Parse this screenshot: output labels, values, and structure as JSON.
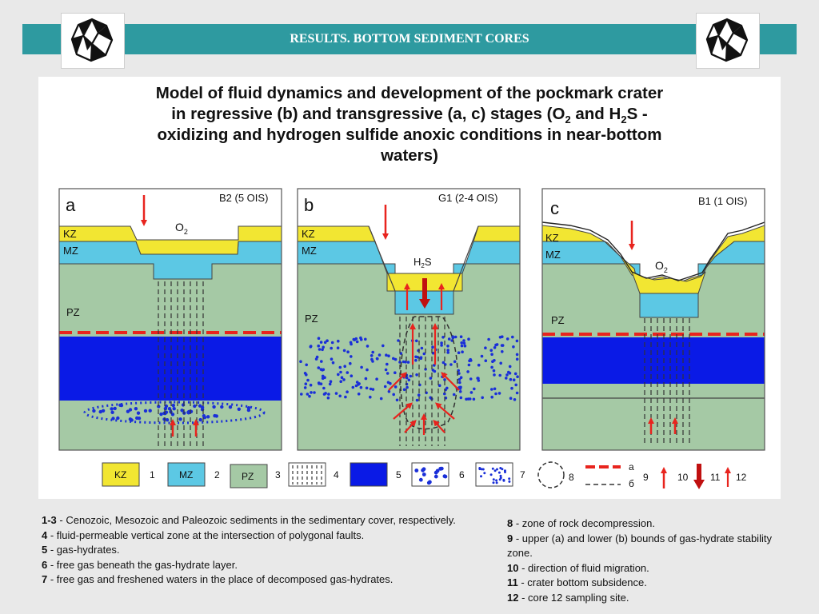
{
  "header": {
    "title": "RESULTS. BOTTOM SEDIMENT CORES"
  },
  "figure": {
    "title": {
      "l1": "Model of fluid dynamics and development of the pockmark crater",
      "l2a": "in regressive (b) and transgressive (a, c) stages (O",
      "l2_sub1": "2",
      "l2b": " and H",
      "l2_sub2": "2",
      "l2c": "S -",
      "l3": "oxidizing and hydrogen sulfide anoxic conditions in near-bottom",
      "l4": "waters)"
    },
    "panel_a": {
      "letter": "a",
      "core": "B2 (5 OIS)",
      "gas": "O",
      "gas_sub": "2",
      "kz": "KZ",
      "mz": "MZ",
      "pz": "PZ"
    },
    "panel_b": {
      "letter": "b",
      "core": "G1 (2-4 OIS)",
      "gas": "H",
      "gas_sub": "2",
      "gas_tail": "S",
      "kz": "KZ",
      "mz": "MZ",
      "pz": "PZ"
    },
    "panel_c": {
      "letter": "c",
      "core": "B1 (1 OIS)",
      "gas": "O",
      "gas_sub": "2",
      "kz": "KZ",
      "mz": "MZ",
      "pz": "PZ"
    },
    "legend": {
      "kz": "KZ",
      "mz": "MZ",
      "pz": "PZ",
      "n1": "1",
      "n2": "2",
      "n3": "3",
      "n4": "4",
      "n5": "5",
      "n6": "6",
      "n7": "7",
      "n8": "8",
      "n9": "9",
      "n10": "10",
      "n11": "11",
      "n12": "12",
      "bound_a": "a",
      "bound_b": "б"
    },
    "colors": {
      "kz": "#f2e632",
      "mz": "#5cc8e4",
      "pz": "#a5c9a5",
      "gas_hydrate": "#0a1ae6",
      "arrow": "#e8241e",
      "bound": "#e8241e",
      "header": "#2e9aa0"
    }
  },
  "captions": {
    "left": [
      {
        "num": "1-3",
        "text": " - Cenozoic, Mesozoic and Paleozoic sediments in the sedimentary cover, respectively."
      },
      {
        "num": "4",
        "text": " - fluid-permeable vertical zone at the intersection of polygonal faults."
      },
      {
        "num": "5",
        "text": " - gas-hydrates."
      },
      {
        "num": "6",
        "text": " - free gas beneath the gas-hydrate layer."
      },
      {
        "num": "7",
        "text": " - free gas and freshened waters in the place of decomposed gas-hydrates."
      }
    ],
    "right": [
      {
        "num": "8",
        "text": " - zone of rock decompression."
      },
      {
        "num": "9",
        "text": " - upper (a) and lower (b) bounds of gas-hydrate stability zone."
      },
      {
        "num": "10",
        "text": " - direction of fluid migration."
      },
      {
        "num": "11",
        "text": " - crater bottom subsidence."
      },
      {
        "num": "12",
        "text": " - core 12 sampling site."
      }
    ]
  }
}
